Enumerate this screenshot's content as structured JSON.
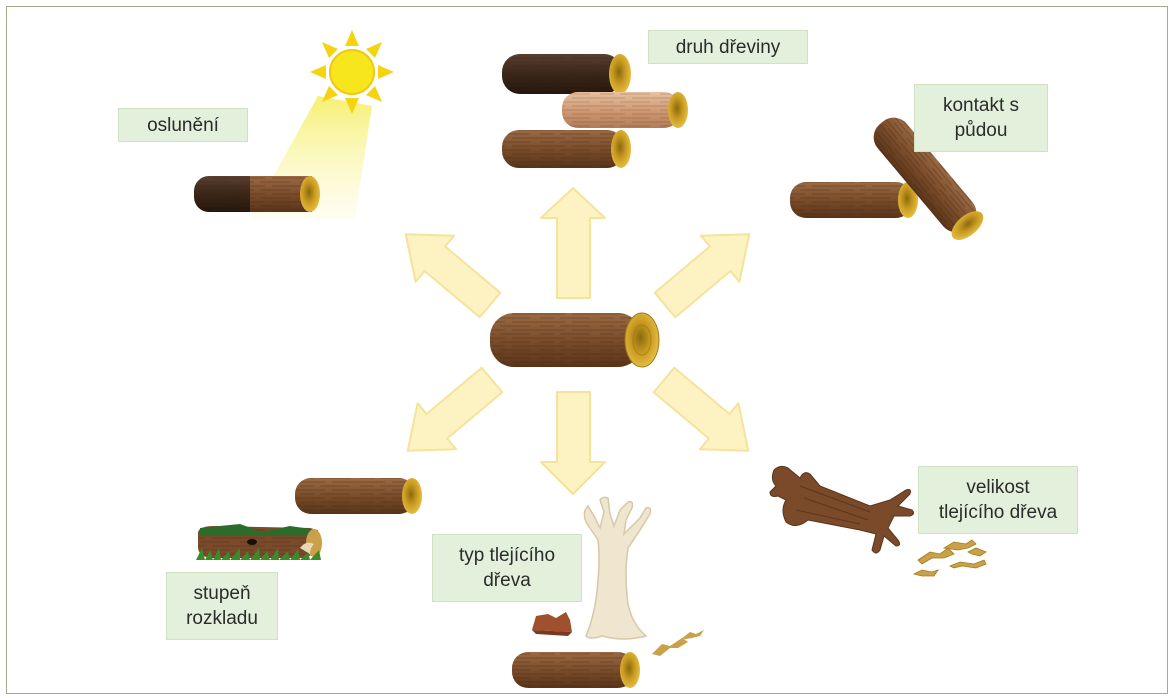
{
  "labels": {
    "druh_dreviny": "druh dřeviny",
    "osluneni": "oslunění",
    "kontakt_line1": "kontakt s",
    "kontakt_line2": "půdou",
    "velikost_line1": "velikost",
    "velikost_line2": "tlejícího dřeva",
    "stupen_line1": "stupeň",
    "stupen_line2": "rozkladu",
    "typ_line1": "typ tlejícího",
    "typ_line2": "dřeva"
  },
  "colors": {
    "frame_border": "#a7a98a",
    "label_fill": "#e3f1dc",
    "arrow_fill": "#fdf3c2",
    "arrow_stroke": "#f3e39b",
    "log_bark": "#7a4a28",
    "log_end": "#d9a926",
    "sun": "#f7e21a",
    "dead_wood": "#f0e6cf"
  }
}
